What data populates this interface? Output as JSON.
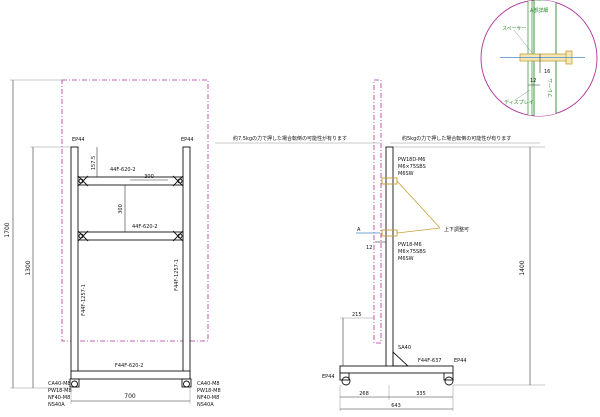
{
  "front_view": {
    "part_top_left": "EP44",
    "part_top_right": "EP44",
    "beam_top": "44F-620-2",
    "beam_mid": "44F-620-2",
    "beam_bottom": "F44F-620-2",
    "post_left": "F44F-1257-1",
    "post_right": "F44F-1257-1",
    "dim_overall_height": "1700",
    "dim_lower_height": "1300",
    "dim_top_offset": "157.5",
    "dim_beam_gap": "300",
    "dim_beam_length": "300",
    "dim_width": "700",
    "caster_left": [
      "CA40-M8",
      "PW18-M8",
      "NF40-M8",
      "NS40A"
    ],
    "caster_right": [
      "CA40-M8",
      "PW18-M8",
      "NF40-M8",
      "NS40A"
    ]
  },
  "side_view": {
    "note_left": "約7.5kgの力で押した場合転倒の可能性が有ります",
    "note_right": "約5kgの力で押した場合転倒の可能性が有ります",
    "upper_parts": [
      "PW18D-M6",
      "M6×75SBS",
      "M6SW"
    ],
    "lower_parts": [
      "PW18-M6",
      "M6×75SBS",
      "M6SW"
    ],
    "adjust_note": "上下調整可",
    "section_mark": "A",
    "dim_12": "12",
    "dim_height": "1400",
    "dim_215": "215",
    "brace": "SA40",
    "base_beam": "F44F-637",
    "part_base_right": "EP44",
    "part_base_left": "EP44",
    "dim_268": "268",
    "dim_335": "335",
    "dim_643": "643"
  },
  "detail": {
    "title": "A部詳細",
    "spacer": "スペーサー",
    "dim_16": "16",
    "dim_12": "12",
    "frame_label": "フレーム",
    "panel_label": "ディスプレイ"
  }
}
